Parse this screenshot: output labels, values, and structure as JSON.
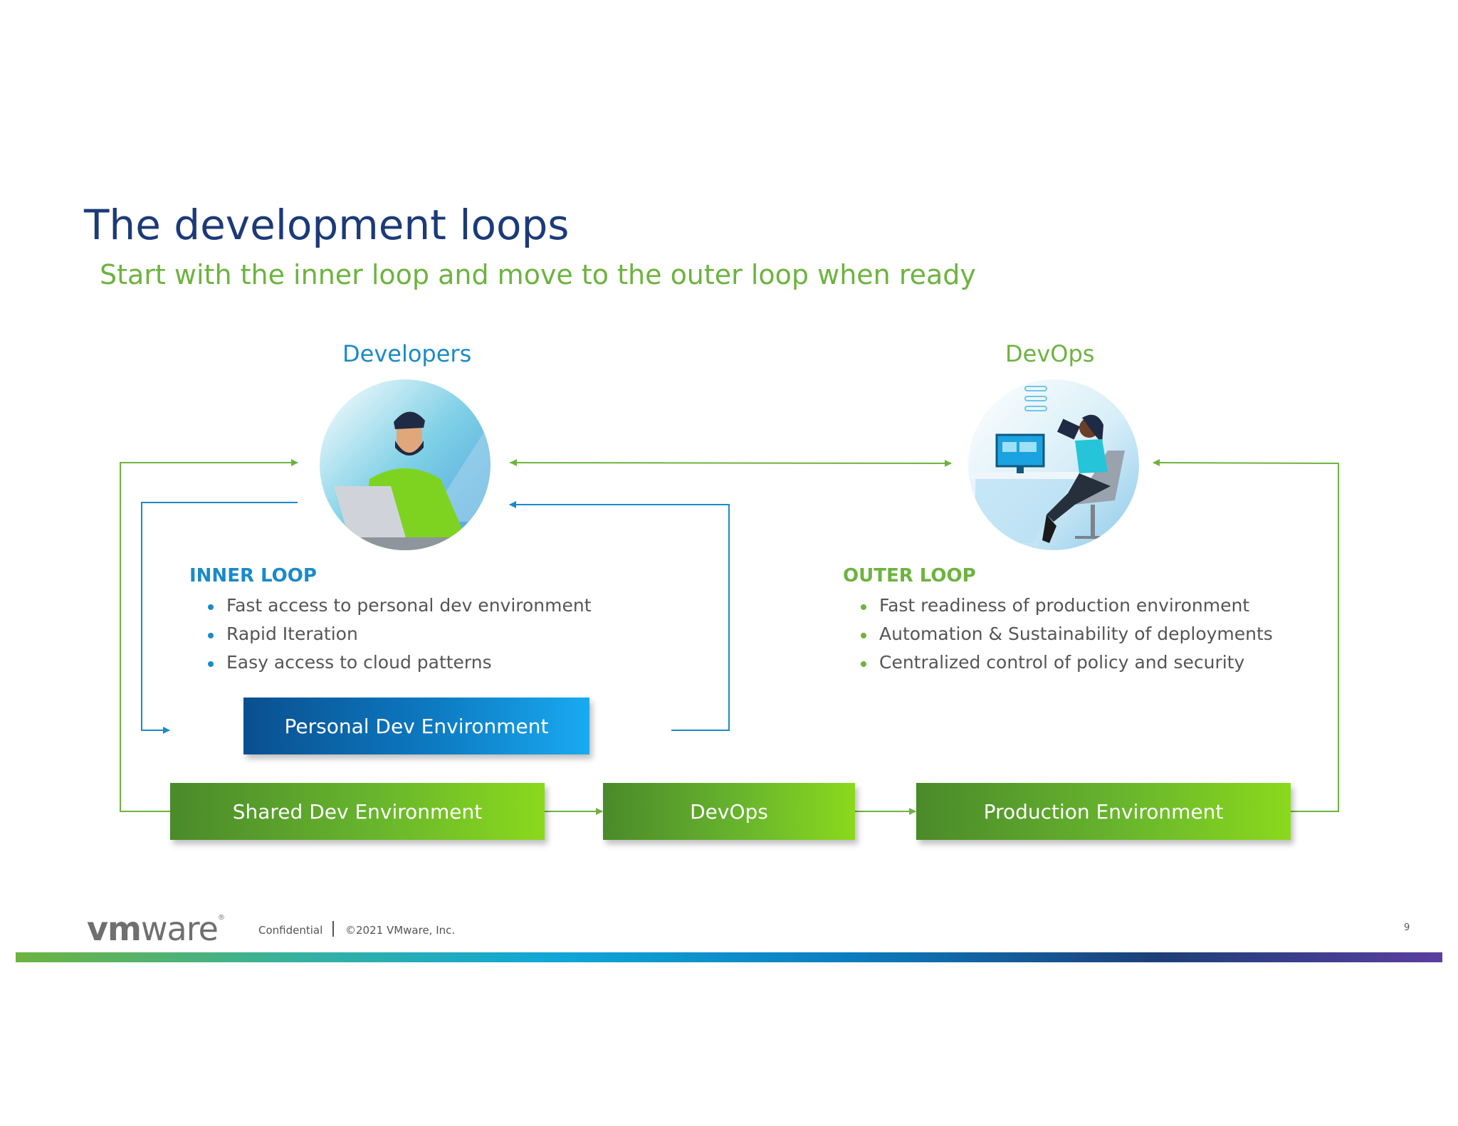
{
  "slide": {
    "title": "The development loops",
    "subtitle": "Start with the inner loop and move to the outer loop when ready"
  },
  "roles": {
    "developers": "Developers",
    "devops": "DevOps"
  },
  "inner_loop": {
    "heading": "INNER LOOP",
    "bullets": [
      "Fast access to personal dev environment",
      "Rapid Iteration",
      "Easy access to cloud patterns"
    ]
  },
  "outer_loop": {
    "heading": "OUTER LOOP",
    "bullets": [
      "Fast readiness of production environment",
      "Automation & Sustainability of deployments",
      "Centralized control of policy and security"
    ]
  },
  "environments": {
    "personal": "Personal Dev Environment",
    "shared": "Shared Dev Environment",
    "devops": "DevOps",
    "production": "Production Environment"
  },
  "footer": {
    "logo_vm": "vm",
    "logo_ware": "ware",
    "logo_mark": "®",
    "confidential": "Confidential",
    "copyright": "©2021 VMware, Inc.",
    "page_number": "9"
  },
  "colors": {
    "title": "#1c3a78",
    "green": "#6db33f",
    "blue": "#1a8ac8"
  },
  "icons": {
    "developer": "developer-at-laptop-icon",
    "devops": "devops-person-with-tablet-icon"
  }
}
